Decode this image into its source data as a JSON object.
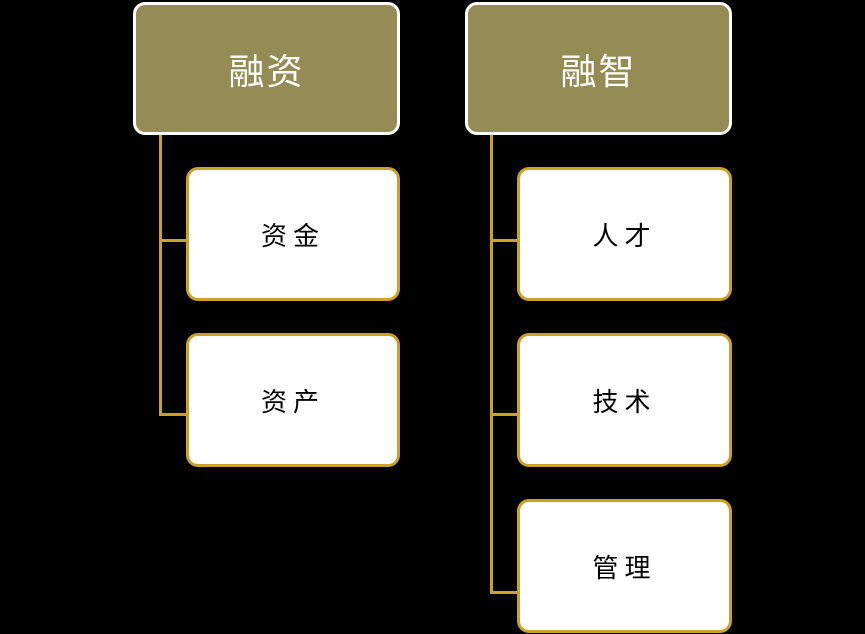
{
  "colors": {
    "background": "#000000",
    "header_fill": "#958B55",
    "header_border": "#FFFFFF",
    "header_text": "#FFFFFF",
    "child_fill": "#FFFFFF",
    "child_border": "#C9A227",
    "child_text": "#000000",
    "connector": "#C9A227"
  },
  "groups": [
    {
      "title": "融资",
      "items": [
        "资金",
        "资产"
      ]
    },
    {
      "title": "融智",
      "items": [
        "人才",
        "技术",
        "管理"
      ]
    }
  ]
}
